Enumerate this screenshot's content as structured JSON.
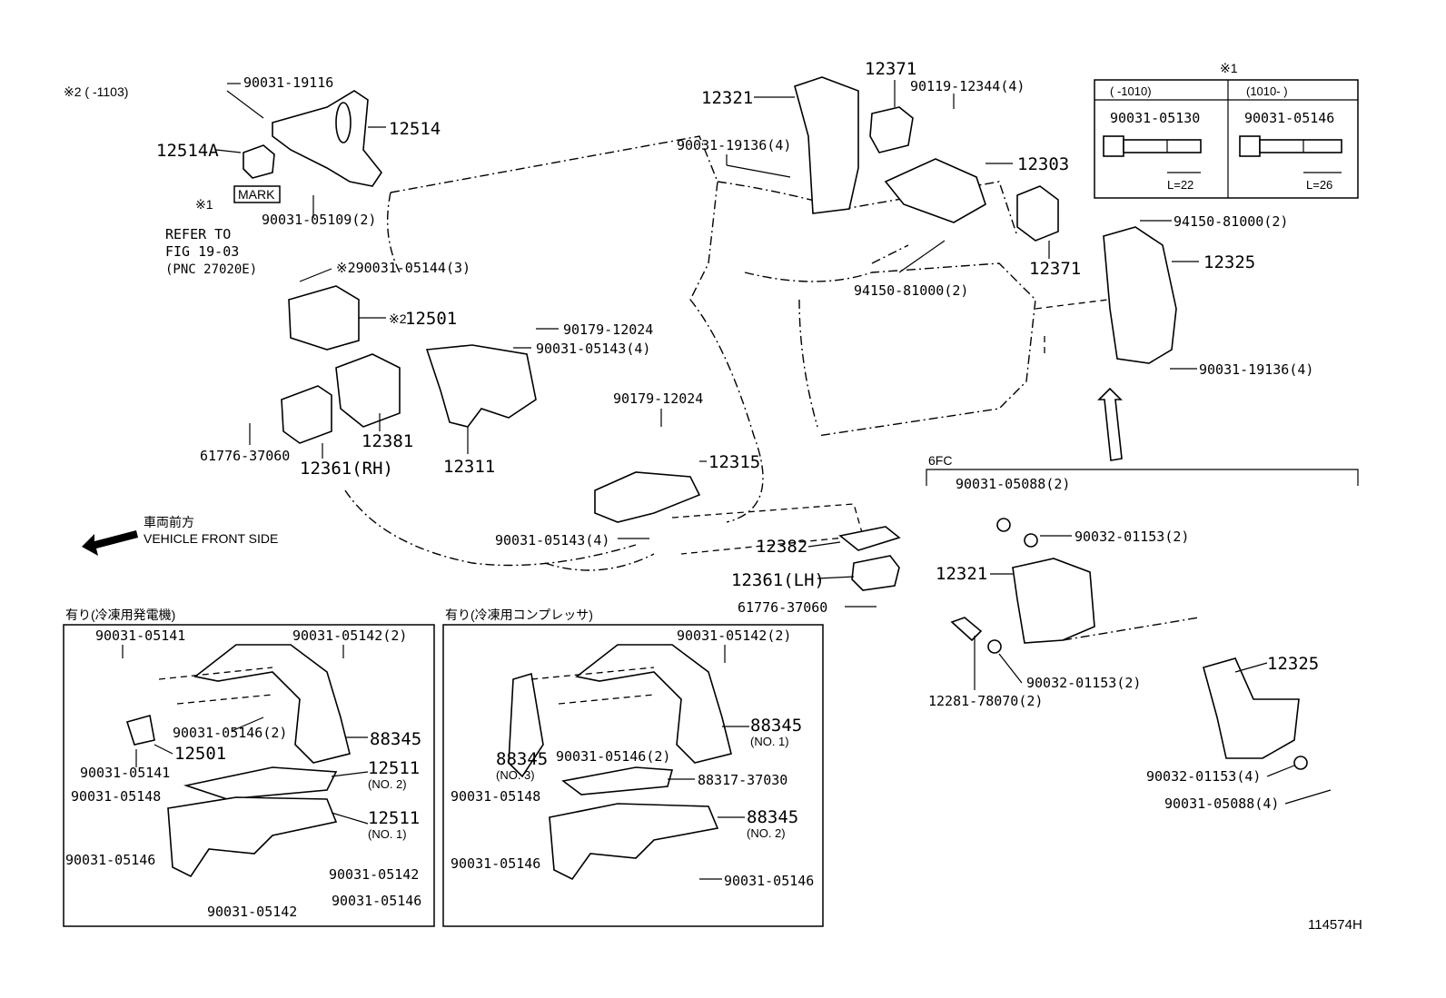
{
  "diagram_id": "114574H",
  "top_left_note": "※2 (      -1103)",
  "refer": {
    "line1": "REFER TO",
    "line2": "FIG 19-03",
    "line3": "(PNC 27020E)"
  },
  "mark_label": "MARK",
  "front_side": {
    "jp": "車両前方",
    "en": "VEHICLE FRONT SIDE"
  },
  "bolt_table": {
    "title": "※1",
    "col1_header": "(      -1010)",
    "col2_header": "(1010-      )",
    "col1_part": "90031-05130",
    "col2_part": "90031-05146",
    "col1_len": "L=22",
    "col2_len": "L=26"
  },
  "section_6fc": "6FC",
  "box1_title": "有り(冷凍用発電機)",
  "box2_title": "有り(冷凍用コンプレッサ)",
  "labels": {
    "l1": "90031-19116",
    "l2": "12514",
    "l3": "12514A",
    "l4": "※1",
    "l5": "90031-05109(2)",
    "l6": "※290031-05144(3)",
    "l7": "※2",
    "l7b": "12501",
    "l8": "61776-37060",
    "l9": "12381",
    "l10": "12361(RH)",
    "l11": "90179-12024",
    "l12": "90031-05143(4)",
    "l13": "12311",
    "l14": "90179-12024",
    "l15": "12315",
    "l16": "90031-05143(4)",
    "l17": "12321",
    "l18": "12371",
    "l19": "90119-12344(4)",
    "l20": "90031-19136(4)",
    "l21": "12303",
    "l22": "12371",
    "l23": "94150-81000(2)",
    "l24": "94150-81000(2)",
    "l25": "12325",
    "l26": "90031-19136(4)",
    "l27": "12382",
    "l28": "12361(LH)",
    "l29": "61776-37060",
    "r1": "90031-05088(2)",
    "r2": "90032-01153(2)",
    "r3": "12321",
    "r4": "90032-01153(2)",
    "r5": "12281-78070(2)",
    "r6": "12325",
    "r7": "90032-01153(4)",
    "r8": "90031-05088(4)",
    "a1": "90031-05141",
    "a2": "90031-05142(2)",
    "a3": "90031-05146(2)",
    "a4": "88345",
    "a5": "12501",
    "a6": "90031-05141",
    "a7": "12511",
    "a7b": "(NO. 2)",
    "a8": "90031-05148",
    "a9": "12511",
    "a9b": "(NO. 1)",
    "a10": "90031-05146",
    "a11": "90031-05142",
    "a12": "90031-05146",
    "a13": "90031-05142",
    "b1": "90031-05142(2)",
    "b2": "88345",
    "b2b": "(NO. 1)",
    "b3": "88345",
    "b3b": "(NO. 3)",
    "b4": "90031-05146(2)",
    "b5": "88317-37030",
    "b6": "90031-05148",
    "b7": "88345",
    "b7b": "(NO. 2)",
    "b8": "90031-05146",
    "b9": "90031-05146"
  }
}
